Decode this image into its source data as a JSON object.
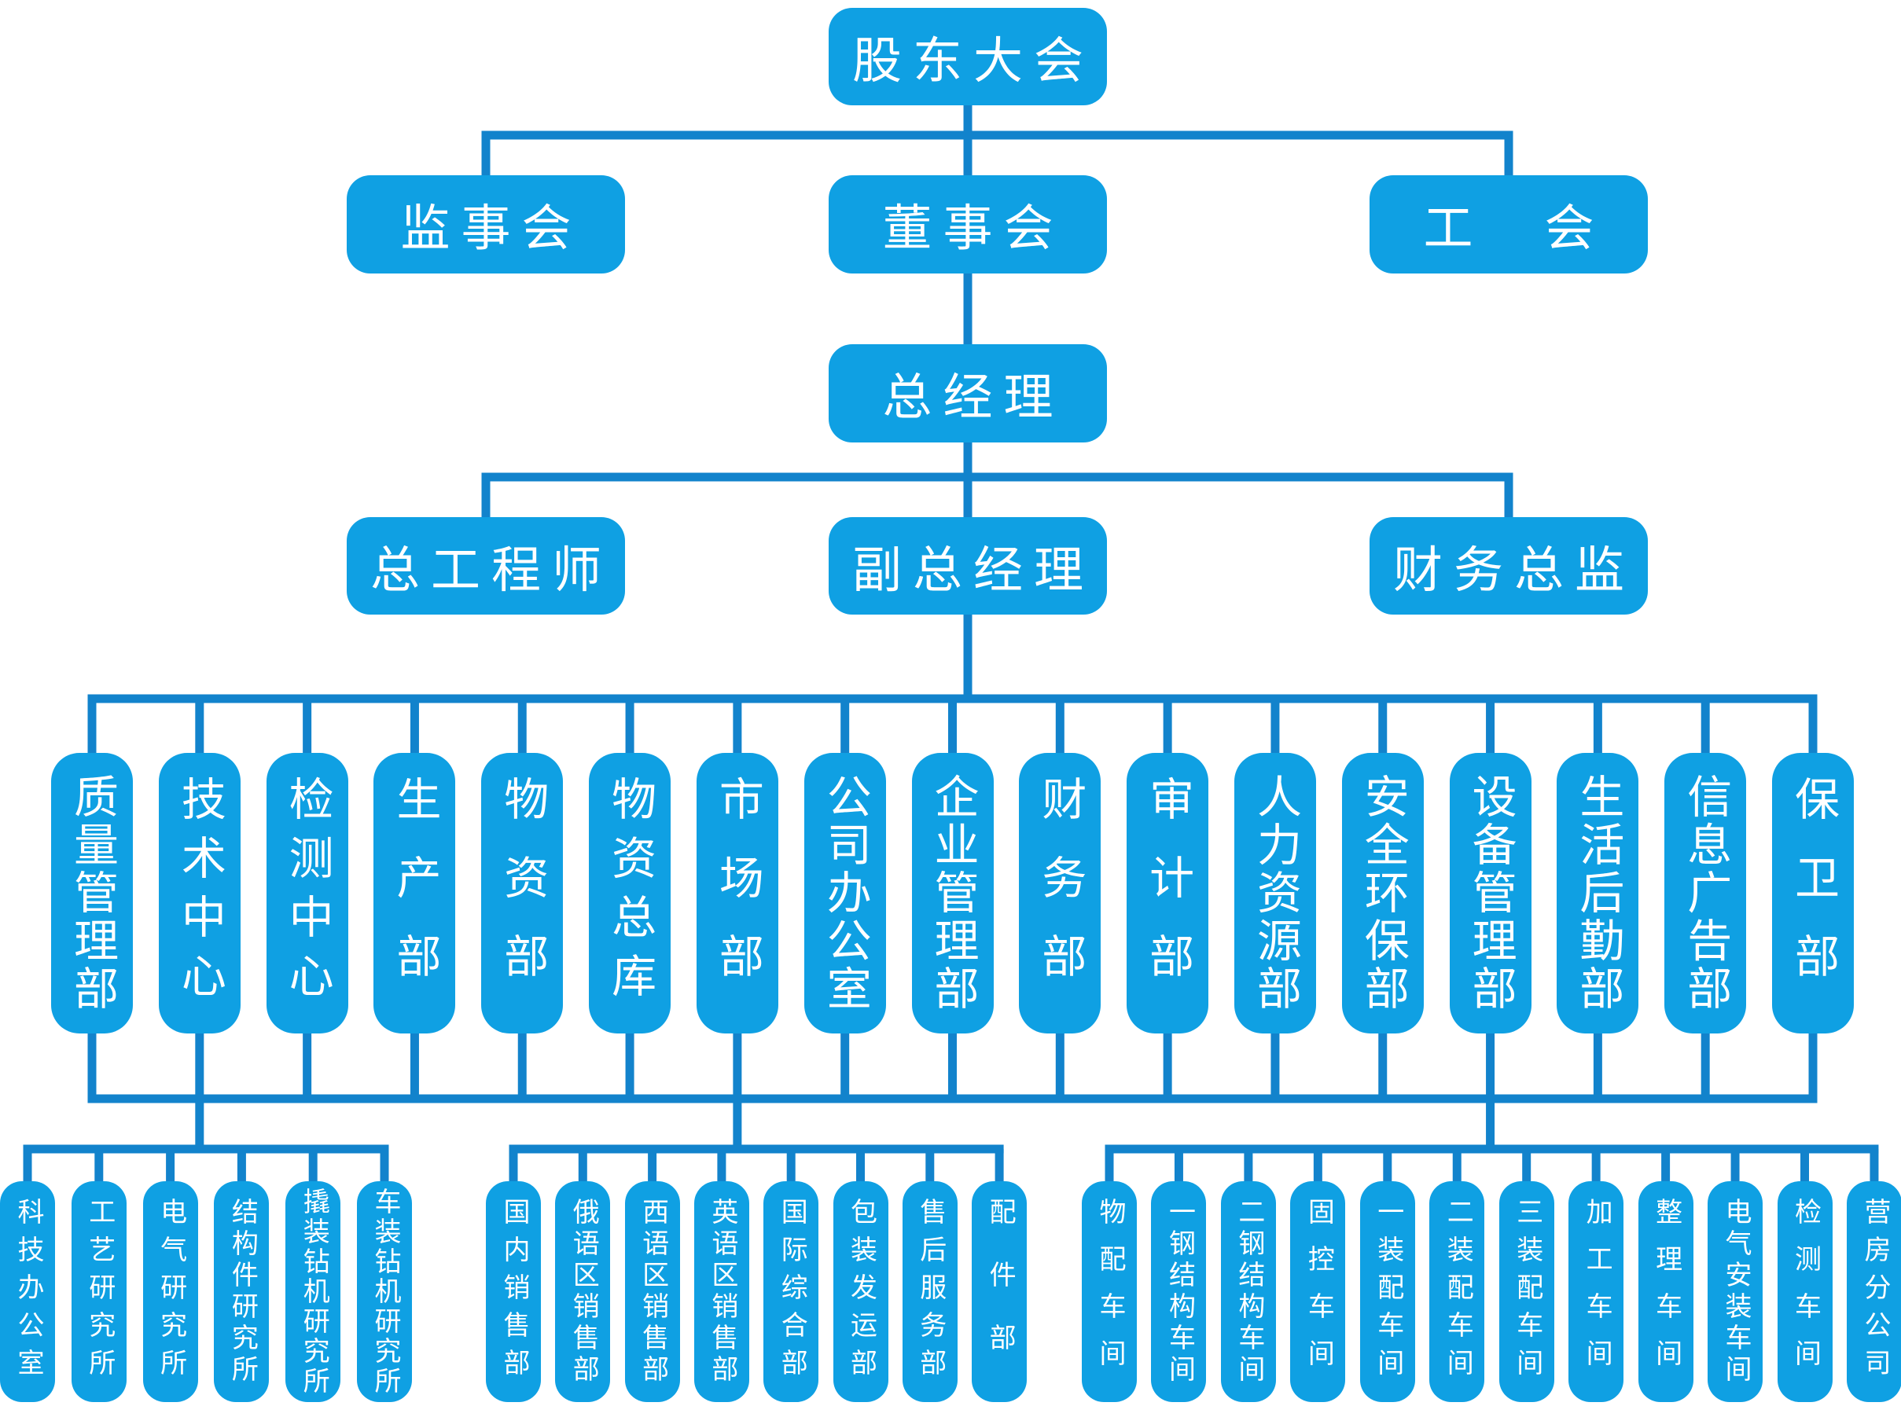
{
  "colors": {
    "box": "#0fa0e3",
    "line": "#1283cc",
    "text": "#ffffff",
    "background": "#ffffff"
  },
  "org": {
    "level1": {
      "label": "股东大会"
    },
    "level2": [
      {
        "label": "监事会"
      },
      {
        "label": "董事会"
      },
      {
        "label": "工　会"
      }
    ],
    "level3": {
      "label": "总经理"
    },
    "level4": [
      {
        "label": "总工程师"
      },
      {
        "label": "副总经理"
      },
      {
        "label": "财务总监"
      }
    ],
    "departments": [
      "质量管理部",
      "技术中心",
      "检测中心",
      "生产部",
      "物资部",
      "物资总库",
      "市场部",
      "公司办公室",
      "企业管理部",
      "财务部",
      "审计部",
      "人力资源部",
      "安全环保部",
      "设备管理部",
      "生活后勤部",
      "信息广告部",
      "保卫部"
    ],
    "groups": [
      {
        "parent": "技术中心",
        "children": [
          "科技办公室",
          "工艺研究所",
          "电气研究所",
          "结构件研究所",
          "撬装钻机研究所",
          "车装钻机研究所"
        ]
      },
      {
        "parent": "市场部",
        "children": [
          "国内销售部",
          "俄语区销售部",
          "西语区销售部",
          "英语区销售部",
          "国际综合部",
          "包装发运部",
          "售后服务部",
          "配件部"
        ]
      },
      {
        "parent": "设备管理部",
        "children": [
          "物配车间",
          "一钢结构车间",
          "二钢结构车间",
          "固控车间",
          "一装配车间",
          "二装配车间",
          "三装配车间",
          "加工车间",
          "整理车间",
          "电气安装车间",
          "检测车间",
          "营房分公司"
        ]
      }
    ]
  }
}
